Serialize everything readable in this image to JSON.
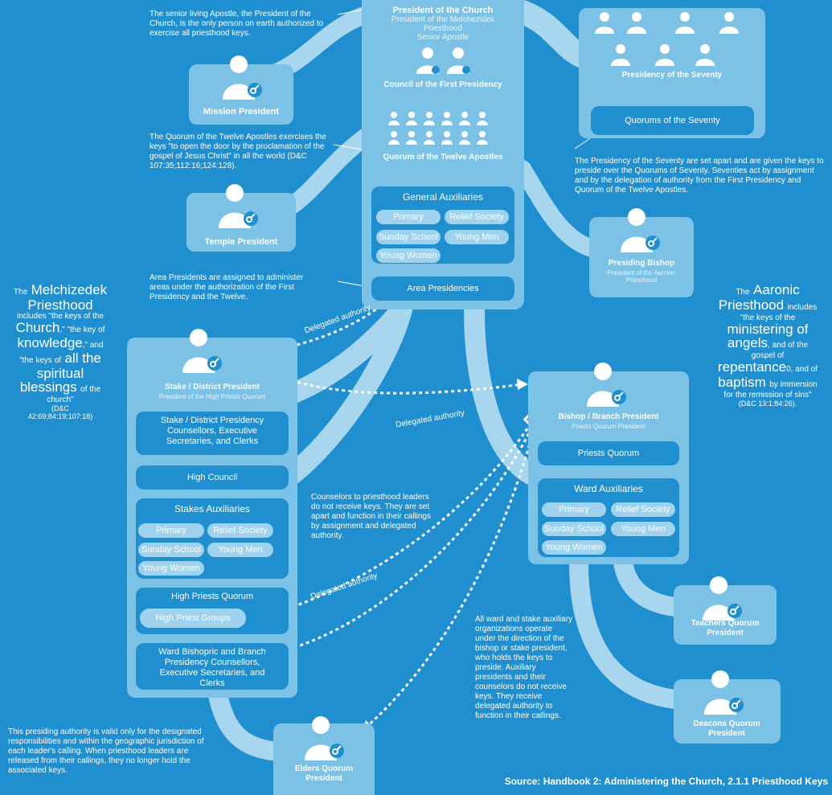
{
  "notes": {
    "senior": "The senior living Apostle, the President of the Church, is the only person on earth authorized to exercise all priesthood keys.",
    "twelve": "The Quorum of the Twelve Apostles exercises the keys \"to open the door by the proclamation of the gospel of Jesus Christ\" in all the world (D&C 107:35;112:16;124:128).",
    "area": "Area Presidents are assigned to administer areas under the authorization of the First Presidency and the Twelve.",
    "seventy": "The Presidency of the Seventy are set apart and are given the keys to preside over the Quorums of Seventy. Seventies act by assignment and by the delegation of authority from the First Presidency and Quorum of the Twelve Apostles.",
    "counselors": "Counselors to priesthood leaders do not receive keys. They are set apart and function in their callings by assignment and delegated authority.",
    "auxiliary": "All ward and stake auxiliary organizations operate under the direction of the bishop or stake president, who holds the keys to preside. Auxiliary presidents and their counselors do not receive keys. They receive delegated authority to function in their callings.",
    "presiding_authority": "This presiding authority is valid only for the designated responsibilities and within the geographic jurisdiction of each leader's calling. When priesthood leaders are released from their callings, they no longer hold the associated keys."
  },
  "melchizedek": {
    "w1": "The",
    "w2": "Melchizedek",
    "w3": "Priesthood",
    "w4": "includes \"the keys of the",
    "w5": "Church",
    "w6": ",\" \"the key of",
    "w7": "knowledge",
    "w8": ",\" and",
    "w9": "\"the keys of",
    "w10": "all the",
    "w11": "spiritual",
    "w12": "blessings",
    "w13": "of the",
    "w14": "church\"",
    "w15": "(D&C",
    "w16": "42:69;84:19;107:18)"
  },
  "aaronic": {
    "w1": "The",
    "w2": "Aaronic",
    "w3": "Priesthood",
    "w4": "includes",
    "w5": "\"the keys of the",
    "w6": "ministering of",
    "w7": "angels",
    "w8": ", and of the",
    "w9": "gospel of",
    "w10": "repentance",
    "w11": "0, and of",
    "w12": "baptism",
    "w13": "by immersion",
    "w14": "for the remission of sins\"",
    "w15": "(D&C 13:1;84:26)."
  },
  "central": {
    "president_title": "President of the Church",
    "president_sub1": "President of the Melchezidek",
    "president_sub2": "Priesthood",
    "president_sub3": "Senior Apostle",
    "first_presidency": "Council of the First Presidency",
    "twelve": "Quorum of the Twelve Apostles",
    "general_aux": "General Auxiliaries",
    "aux": [
      "Primary",
      "Relief Society",
      "Sunday School",
      "Young Men",
      "Young Women"
    ],
    "area": "Area Presidencies"
  },
  "seventy": {
    "title": "Presidency of the Seventy",
    "quorums": "Quorums of the Seventy"
  },
  "mission": "Mission President",
  "temple": "Temple President",
  "presiding_bishop": {
    "title": "Presiding Bishop",
    "sub": "President of the Aaronic Priesthood"
  },
  "stake": {
    "title": "Stake / District President",
    "sub": "President of the High Priests Quorum",
    "presidency": "Stake / District Presidency Counsellors, Executive Secretaries, and Clerks",
    "high_council": "High Council",
    "aux_title": "Stakes Auxiliaries",
    "aux": [
      "Primary",
      "Relief Society",
      "Sunday School",
      "Young Men",
      "Young Women"
    ],
    "hpq": "High Priests Quorum",
    "hpg": "High Priest Groups",
    "ward_bishopric": "Ward Bishopric and Branch Presidency Counsellors, Executive Secretaries, and Clerks"
  },
  "bishop": {
    "title": "Bishop / Branch President",
    "sub": "Priests Quorum President",
    "priests": "Priests Quorum",
    "aux_title": "Ward Auxiliaries",
    "aux": [
      "Primary",
      "Relief Society",
      "Sunday School",
      "Young Men",
      "Young Women"
    ]
  },
  "teachers": "Teachers Quorum President",
  "deacons": "Deacons Quorum President",
  "elders": "Elders Quorum President",
  "delegated": "Delegated authority",
  "source": "Source: Handbook 2: Administering the Church, 2.1.1 Priesthood Keys",
  "colors": {
    "background": "#1f8fcf",
    "box": "#7cc1e6",
    "band": "#a8d6ee",
    "icon": "#ffffff"
  }
}
